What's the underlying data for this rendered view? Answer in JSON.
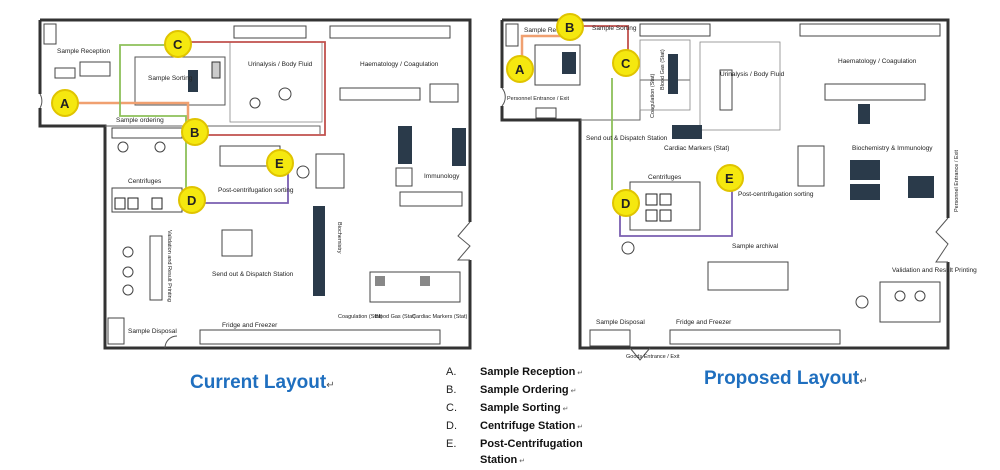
{
  "current": {
    "caption": "Current Layout",
    "labels": {
      "sample_reception": "Sample Reception",
      "sample_sorting": "Sample Sorting",
      "urinalysis": "Urinalysis / Body Fluid",
      "haematology": "Haematology / Coagulation",
      "sample_ordering": "Sample ordering",
      "centrifuges": "Centrifuges",
      "post_centrifugation": "Post-centrifugation sorting",
      "immunology": "Immunology",
      "validation": "Validation and Result Printing",
      "biochemistry": "Biochemistry",
      "send_out": "Send out & Dispatch Station",
      "sample_disposal": "Sample Disposal",
      "fridge_freezer": "Fridge and Freezer",
      "coagulation_stat": "Coagulation (Stat)",
      "blood_gas_stat": "Blood Gas (Stat)",
      "cardiac_markers": "Cardiac Markers (Stat)"
    }
  },
  "proposed": {
    "caption": "Proposed Layout",
    "labels": {
      "sample_reception": "Sample Reception",
      "sample_sorting": "Sample Sorting",
      "personnel_entrance_left": "Personnel Entrance / Exit",
      "coagulation_stat": "Coagulation (Stat)",
      "blood_gas_stat": "Blood Gas (Stat)",
      "urinalysis": "Urinalysis / Body Fluid",
      "haematology": "Haematology / Coagulation",
      "send_out": "Send out & Dispatch Station",
      "cardiac_markers": "Cardiac Markers (Stat)",
      "biochemistry_immunology": "Biochemistry & Immunology",
      "centrifuges": "Centrifuges",
      "post_centrifugation": "Post-centrifugation sorting",
      "sample_archival": "Sample archival",
      "personnel_entrance_right": "Personnel Entrance / Exit",
      "validation": "Validation and Result Printing",
      "sample_disposal": "Sample Disposal",
      "fridge_freezer": "Fridge and Freezer",
      "goods_entrance": "Goods Entrance / Exit"
    }
  },
  "markers": [
    "A",
    "B",
    "C",
    "D",
    "E"
  ],
  "legend": [
    {
      "letter": "A.",
      "text": "Sample Reception"
    },
    {
      "letter": "B.",
      "text": "Sample Ordering"
    },
    {
      "letter": "C.",
      "text": "Sample Sorting"
    },
    {
      "letter": "D.",
      "text": "Centrifuge Station"
    },
    {
      "letter": "E.",
      "text": "Post-Centrifugation Station"
    }
  ],
  "colors": {
    "marker_fill": "#f5e80f",
    "marker_ring": "#e0c400",
    "path_orange": "#f0a070",
    "path_red": "#c0504d",
    "path_green": "#8dc05a",
    "path_purple": "#7a5fb0",
    "caption": "#1f6fbf"
  }
}
